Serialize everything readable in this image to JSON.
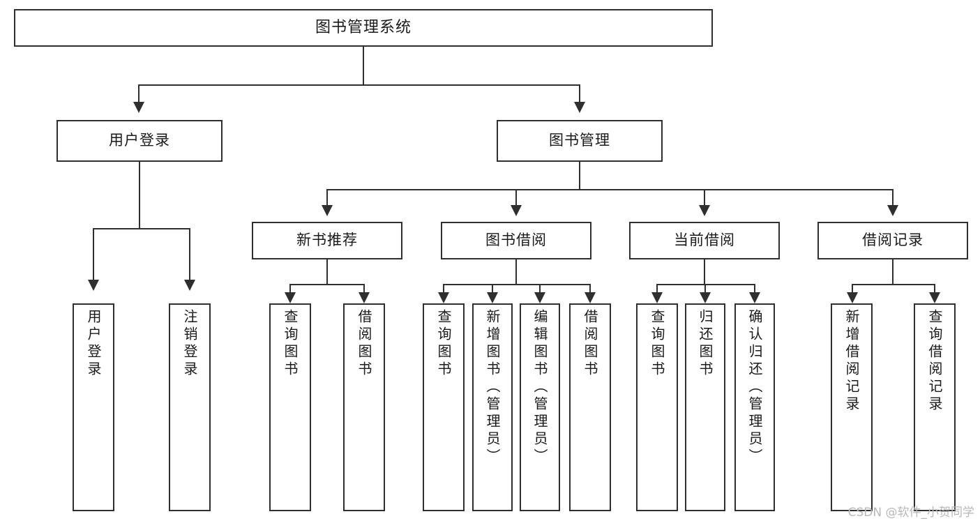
{
  "diagram": {
    "type": "tree",
    "title": "图书管理系统",
    "orientation": "top-down",
    "colors": {
      "box_border": "#2f2f2f",
      "box_fill": "#ffffff",
      "connector": "#2f2f2f",
      "text": "#1a1a1a",
      "watermark": "#b8b8b8",
      "background": "#ffffff"
    },
    "root": {
      "label": "图书管理系统"
    },
    "level2": [
      {
        "label": "用户登录"
      },
      {
        "label": "图书管理"
      }
    ],
    "level3": [
      {
        "label": "新书推荐"
      },
      {
        "label": "图书借阅"
      },
      {
        "label": "当前借阅"
      },
      {
        "label": "借阅记录"
      }
    ],
    "leaves": {
      "user_login": [
        {
          "label": "用户登录"
        },
        {
          "label": "注销登录"
        }
      ],
      "new_book": [
        {
          "label": "查询图书"
        },
        {
          "label": "借阅图书"
        }
      ],
      "book_borrow": [
        {
          "label": "查询图书"
        },
        {
          "label": "新增图书（管理员）"
        },
        {
          "label": "编辑图书（管理员）"
        },
        {
          "label": "借阅图书"
        }
      ],
      "current_borrow": [
        {
          "label": "查询图书"
        },
        {
          "label": "归还图书"
        },
        {
          "label": "确认归还（管理员）"
        }
      ],
      "borrow_record": [
        {
          "label": "新增借阅记录"
        },
        {
          "label": "查询借阅记录"
        }
      ]
    }
  },
  "watermark": {
    "text": "CSDN @软件_小贺同学"
  }
}
